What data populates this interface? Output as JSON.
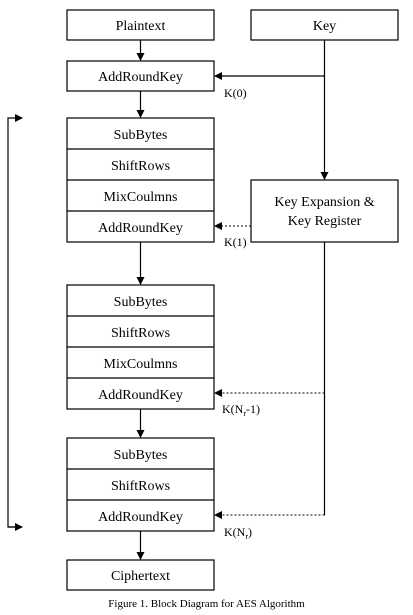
{
  "diagram": {
    "plaintext": "Plaintext",
    "key": "Key",
    "initial_round": "AddRoundKey",
    "k0_label": "K(0)",
    "key_expansion": [
      "Key Expansion &",
      "Key Register"
    ],
    "round1": [
      "SubBytes",
      "ShiftRows",
      "MixCoulmns",
      "AddRoundKey"
    ],
    "k1_label": "K(1)",
    "round_nr_minus_1": [
      "SubBytes",
      "ShiftRows",
      "MixCoulmns",
      "AddRoundKey"
    ],
    "knr1_label": {
      "prefix": "K(N",
      "sub": "r",
      "suffix": "-1)"
    },
    "final_round": [
      "SubBytes",
      "ShiftRows",
      "AddRoundKey"
    ],
    "knr_label": {
      "prefix": "K(N",
      "sub": "r",
      "suffix": ")"
    },
    "ciphertext": "Ciphertext"
  },
  "caption": "Figure 1. Block Diagram for AES Algorithm"
}
